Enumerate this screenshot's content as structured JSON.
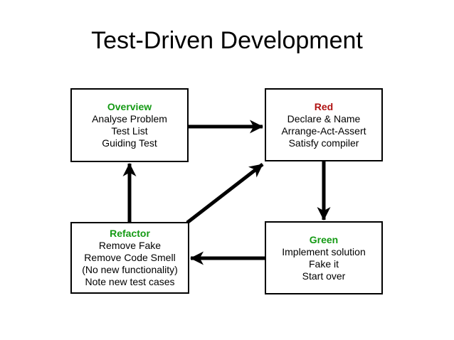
{
  "title": "Test-Driven Development",
  "colors": {
    "box_border": "#000000",
    "arrow": "#000000",
    "title_text": "#000000",
    "green_heading": "#149a14",
    "red_heading": "#b01212"
  },
  "boxes": {
    "overview": {
      "title": "Overview",
      "title_color": "green",
      "lines": [
        "Analyse Problem",
        "Test List",
        "Guiding Test"
      ]
    },
    "red": {
      "title": "Red",
      "title_color": "red",
      "lines": [
        "Declare & Name",
        "Arrange-Act-Assert",
        "Satisfy compiler"
      ]
    },
    "refactor": {
      "title": "Refactor",
      "title_color": "green",
      "lines": [
        "Remove Fake",
        "Remove Code Smell",
        "(No new functionality)",
        "Note new test cases"
      ]
    },
    "green": {
      "title": "Green",
      "title_color": "green",
      "lines": [
        "Implement solution",
        "Fake it",
        "Start over"
      ]
    }
  },
  "arrows": [
    {
      "from": "overview",
      "to": "red"
    },
    {
      "from": "red",
      "to": "green"
    },
    {
      "from": "green",
      "to": "refactor"
    },
    {
      "from": "refactor",
      "to": "overview"
    },
    {
      "from": "refactor",
      "to": "red"
    }
  ]
}
